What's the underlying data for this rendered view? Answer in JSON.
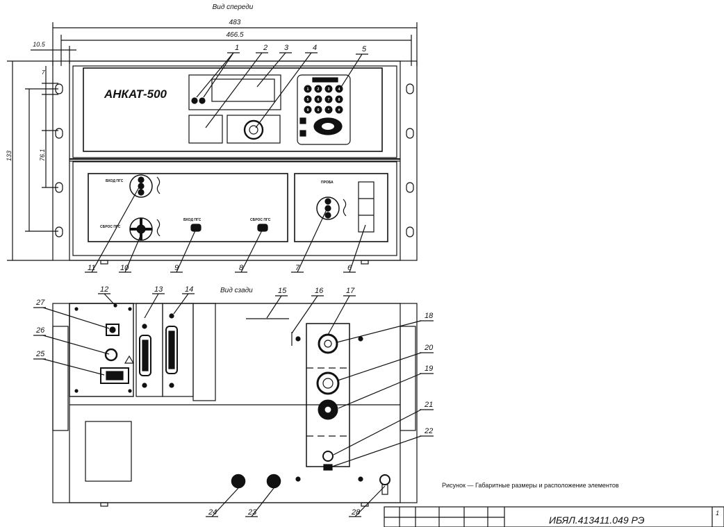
{
  "view_front": "Вид спереди",
  "view_back": "Вид сзади",
  "dim": {
    "width_total": "483",
    "width_inner": "466.5",
    "offset": "10.5",
    "small_v": "7",
    "spacing_v": "76.1",
    "height": "133"
  },
  "brand": "АНКАТ-500",
  "front_labels": {
    "input_pgs": "ВХОД ПГС",
    "reset_pgs": "СБРОС ПГС",
    "input_pgs_small": "ВХОД ПГС",
    "reset_pgs_small": "СБРОС ПГС",
    "probe": "ПРОБА"
  },
  "keypad": [
    "1",
    "2",
    "3",
    "4",
    "5",
    "6",
    "7",
    "8",
    "9",
    "0",
    "*",
    "#"
  ],
  "callouts_top": [
    "1",
    "2",
    "3",
    "4",
    "5"
  ],
  "callouts_front_bottom": [
    "11",
    "10",
    "9",
    "8",
    "7",
    "6"
  ],
  "callouts_back_top": [
    "12",
    "13",
    "14",
    "15",
    "16",
    "17"
  ],
  "callouts_back_left": [
    "27",
    "26",
    "25"
  ],
  "callouts_back_right": [
    "18",
    "20",
    "19",
    "21",
    "22"
  ],
  "callouts_back_bottom": [
    "24",
    "23",
    "28"
  ],
  "caption": "Рисунок — Габаритные размеры и расположение элементов",
  "title_block": {
    "doc_code": "ИБЯЛ.413411.049 РЭ",
    "sheet": "1"
  }
}
